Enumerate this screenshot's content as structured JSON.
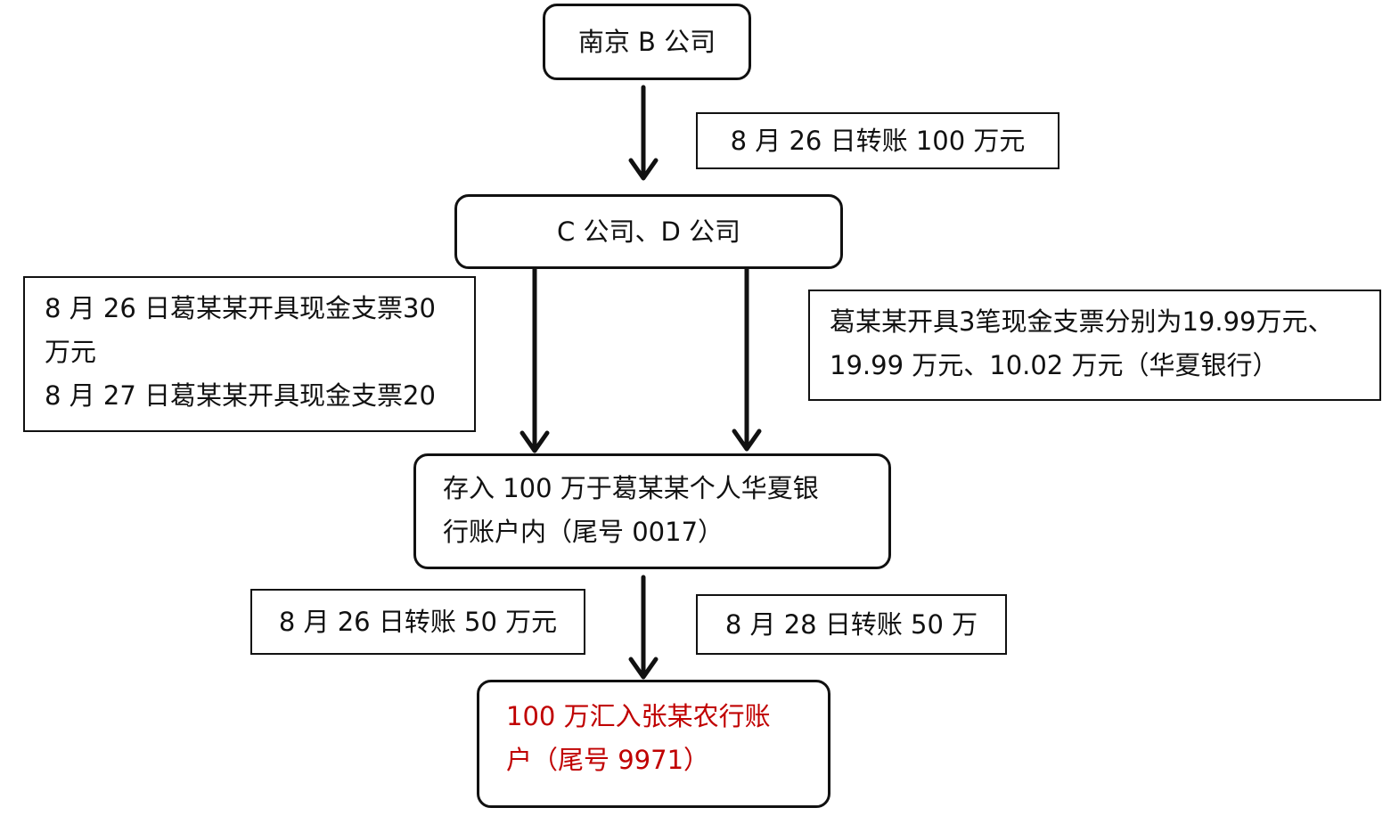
{
  "nodes": {
    "b_company": "南京 B 公司",
    "cd_company": "C 公司、D 公司",
    "deposit": [
      "存入 100 万于葛某某个人华夏银",
      "行账户内（尾号 0017）"
    ],
    "zhang_account": [
      "100 万汇入张某农行账",
      "户（尾号 9971）"
    ]
  },
  "labels": {
    "transfer_100": "8 月 26 日转账 100 万元",
    "cheques_left": [
      "8 月 26 日葛某某开具现金支票30",
      "万元",
      "8 月 27 日葛某某开具现金支票20"
    ],
    "cheques_right": [
      "葛某某开具3笔现金支票分别为19.99万元、",
      "19.99 万元、10.02 万元（华夏银行）"
    ],
    "transfer_50_a": "8 月 26 日转账 50 万元",
    "transfer_50_b": "8 月 28 日转账 50 万"
  },
  "colors": {
    "stroke": "#111111",
    "highlight_text": "#c00000"
  }
}
